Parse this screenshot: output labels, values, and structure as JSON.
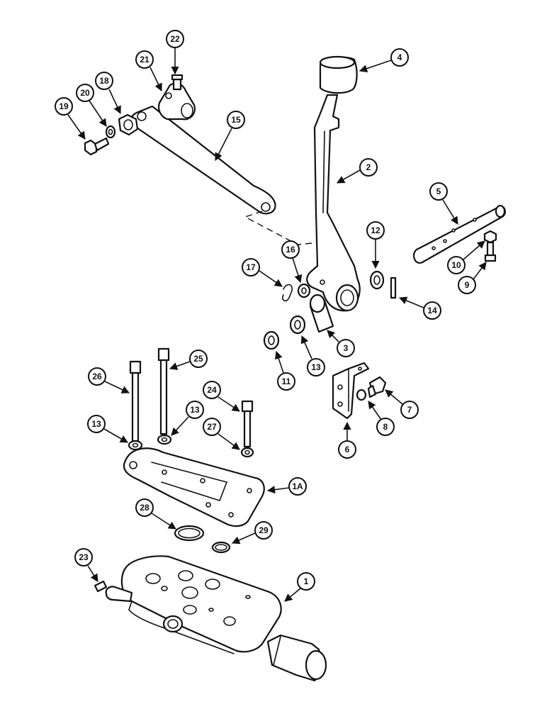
{
  "diagram": {
    "callouts": [
      {
        "label": "22"
      },
      {
        "label": "21"
      },
      {
        "label": "18"
      },
      {
        "label": "20"
      },
      {
        "label": "19"
      },
      {
        "label": "15"
      },
      {
        "label": "4"
      },
      {
        "label": "2"
      },
      {
        "label": "5"
      },
      {
        "label": "12"
      },
      {
        "label": "16"
      },
      {
        "label": "17"
      },
      {
        "label": "10"
      },
      {
        "label": "9"
      },
      {
        "label": "14"
      },
      {
        "label": "3"
      },
      {
        "label": "11"
      },
      {
        "label": "13"
      },
      {
        "label": "25"
      },
      {
        "label": "26"
      },
      {
        "label": "24"
      },
      {
        "label": "13"
      },
      {
        "label": "13"
      },
      {
        "label": "27"
      },
      {
        "label": "7"
      },
      {
        "label": "8"
      },
      {
        "label": "6"
      },
      {
        "label": "1A"
      },
      {
        "label": "28"
      },
      {
        "label": "29"
      },
      {
        "label": "23"
      },
      {
        "label": "1"
      }
    ]
  }
}
